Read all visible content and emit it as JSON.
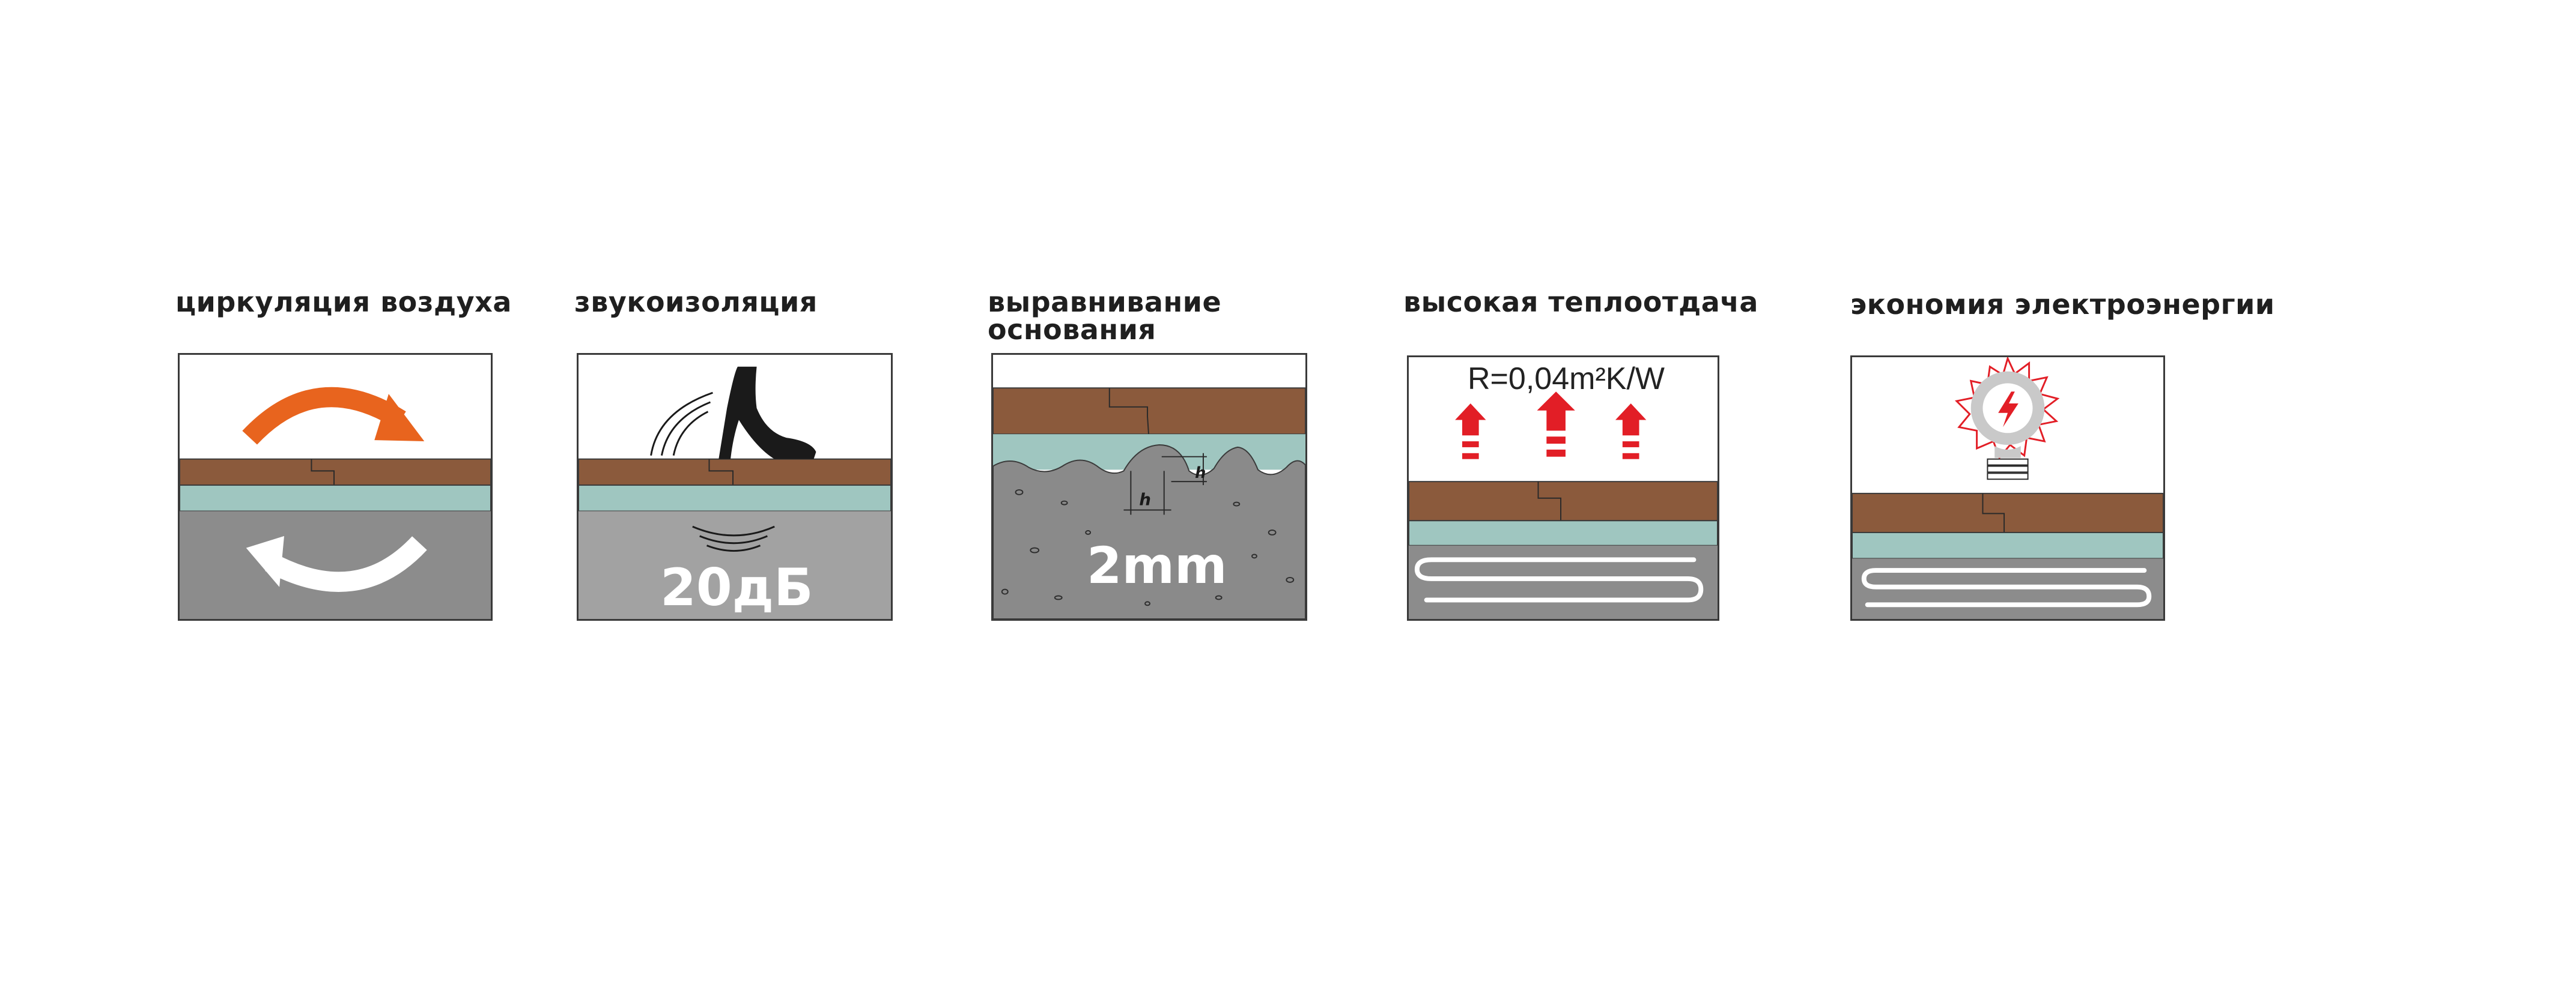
{
  "features": [
    {
      "title_lines": [
        "циркуляция воздуха"
      ]
    },
    {
      "title_lines": [
        "звукоизоляция"
      ],
      "badge": "20дБ"
    },
    {
      "title_lines": [
        "выравнивание",
        "основания"
      ],
      "badge": "2mm",
      "depth_marker": "h"
    },
    {
      "title_lines": [
        "высокая теплоотдача"
      ],
      "r_value": "R=0,04m²K/W"
    },
    {
      "title_lines": [
        "экономия электроэнергии"
      ]
    }
  ],
  "colors": {
    "wood": "#8B5A3C",
    "underlay": "#9FC6C0",
    "subfloor_dark": "#8C8C8C",
    "subfloor_light": "#A2A2A2",
    "concrete": "#8A8A8A",
    "arrow_orange": "#E8641E",
    "arrow_red": "#E21E26",
    "heating_pipe": "#FFFFFF",
    "outline": "#3A3A3A"
  },
  "icons": [
    "circulation-arrows-icon",
    "high-heel-shoe-icon",
    "sound-waves-icon",
    "heat-up-arrows-icon",
    "heating-pipe-icon",
    "light-bulb-icon",
    "lightning-bolt-icon"
  ]
}
